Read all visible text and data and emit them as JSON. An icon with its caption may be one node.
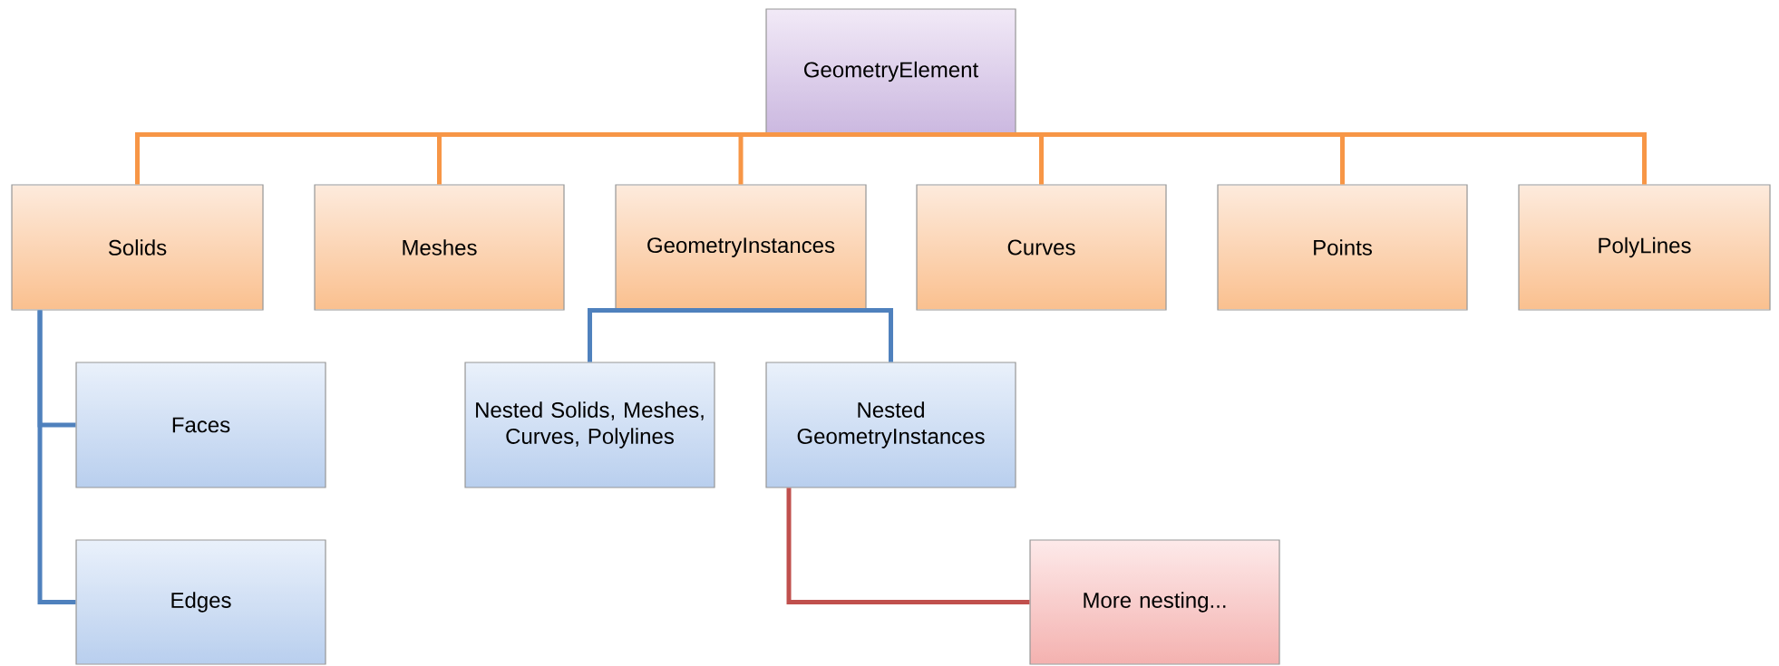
{
  "diagram": {
    "nodes": [
      {
        "text": [
          "GeometryElement"
        ]
      },
      {
        "text": [
          "Solids"
        ]
      },
      {
        "text": [
          "Meshes"
        ]
      },
      {
        "text": [
          "GeometryInstances"
        ]
      },
      {
        "text": [
          "Curves"
        ]
      },
      {
        "text": [
          "Points"
        ]
      },
      {
        "text": [
          "PolyLines"
        ]
      },
      {
        "text": [
          "Faces"
        ]
      },
      {
        "text": [
          "Edges"
        ]
      },
      {
        "text": [
          "Nested Solids, Meshes, Curves, Polylines"
        ]
      },
      {
        "text": [
          "Nested GeometryInstances"
        ]
      },
      {
        "text": [
          "More nesting..."
        ]
      }
    ],
    "edges": [
      {
        "from": 0,
        "to": 1,
        "arrow": "none"
      },
      {
        "from": 0,
        "to": 2,
        "arrow": "none"
      },
      {
        "from": 0,
        "to": 3,
        "arrow": "none"
      },
      {
        "from": 0,
        "to": 4,
        "arrow": "none"
      },
      {
        "from": 0,
        "to": 5,
        "arrow": "none"
      },
      {
        "from": 0,
        "to": 6,
        "arrow": "none"
      },
      {
        "from": 1,
        "to": 7,
        "arrow": "none",
        "color": "#4f81bd"
      },
      {
        "from": 1,
        "to": 8,
        "arrow": "none",
        "color": "#4f81bd"
      },
      {
        "from": 3,
        "to": 9,
        "arrow": "none",
        "color": "#4f81bd"
      },
      {
        "from": 3,
        "to": 10,
        "arrow": "none",
        "color": "#4f81bd"
      },
      {
        "from": 10,
        "to": 11,
        "arrow": "none",
        "color": "#c0504d"
      }
    ]
  }
}
